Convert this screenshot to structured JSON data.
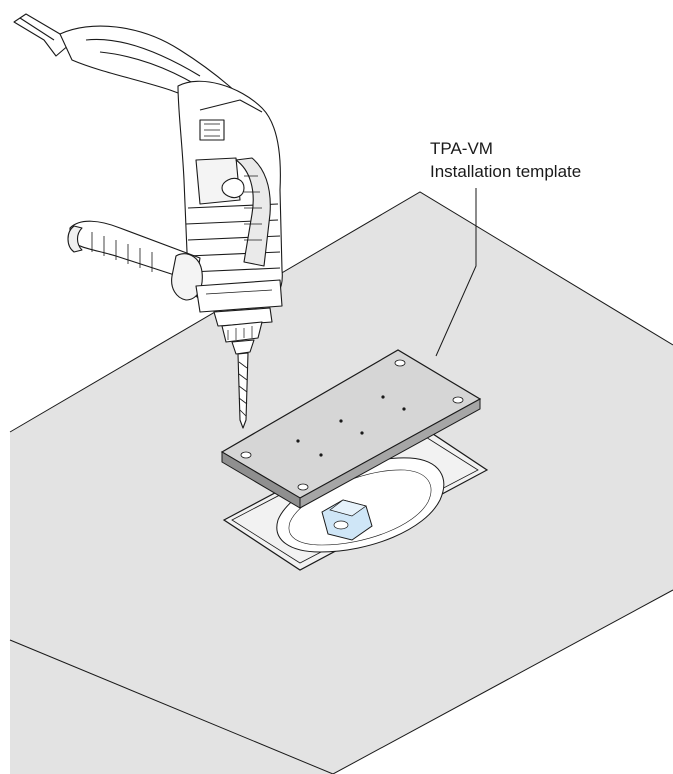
{
  "callout": {
    "line1": "TPA-VM",
    "line2": "Installation template"
  },
  "colors": {
    "surface": "#e3e3e3",
    "stroke": "#1a1a1a",
    "plate_top": "#d6d6d6",
    "plate_edge": "#8f8f8f",
    "anchor_highlight": "#cfe6f7"
  },
  "icons": {
    "tool": "power-drill-icon",
    "template": "installation-template-plate",
    "anchor": "anchor-nut-icon"
  }
}
